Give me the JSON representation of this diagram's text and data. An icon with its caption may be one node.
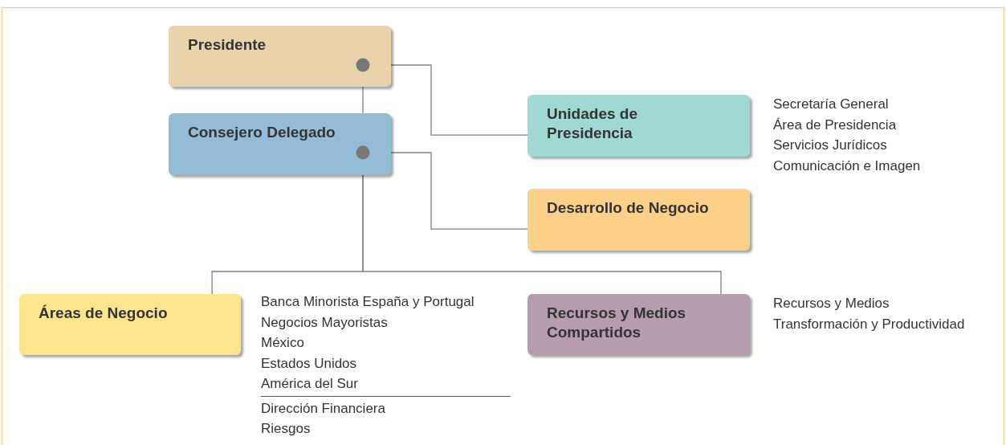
{
  "diagram": {
    "nodes": [
      {
        "text": [
          "Presidente"
        ]
      },
      {
        "text": [
          "Consejero Delegado"
        ]
      },
      {
        "text": [
          "Unidades de Presidencia"
        ],
        "beside": [
          "Secretaría General",
          "Área de Presidencia",
          "Servicios Jurídicos",
          "Comunicación e Imagen"
        ]
      },
      {
        "text": [
          "Desarrollo de Negocio"
        ]
      },
      {
        "text": [
          "Áreas de Negocio"
        ],
        "beside": [
          "Banca Minorista España y Portugal",
          "Negocios Mayoristas",
          "México",
          "Estados Unidos",
          "América del Sur",
          "Dirección Financiera",
          "Riesgos"
        ]
      },
      {
        "text": [
          "Recursos y Medios Compartidos"
        ],
        "beside": [
          "Recursos y Medios",
          "Transformación y Productividad"
        ]
      }
    ],
    "edges": [
      {
        "from": 0,
        "to": 1,
        "arrow": "none"
      },
      {
        "from": 0,
        "to": 2,
        "arrow": "none"
      },
      {
        "from": 1,
        "to": 3,
        "arrow": "none"
      },
      {
        "from": 1,
        "to": 4,
        "arrow": "none"
      },
      {
        "from": 1,
        "to": 5,
        "arrow": "none"
      }
    ]
  }
}
